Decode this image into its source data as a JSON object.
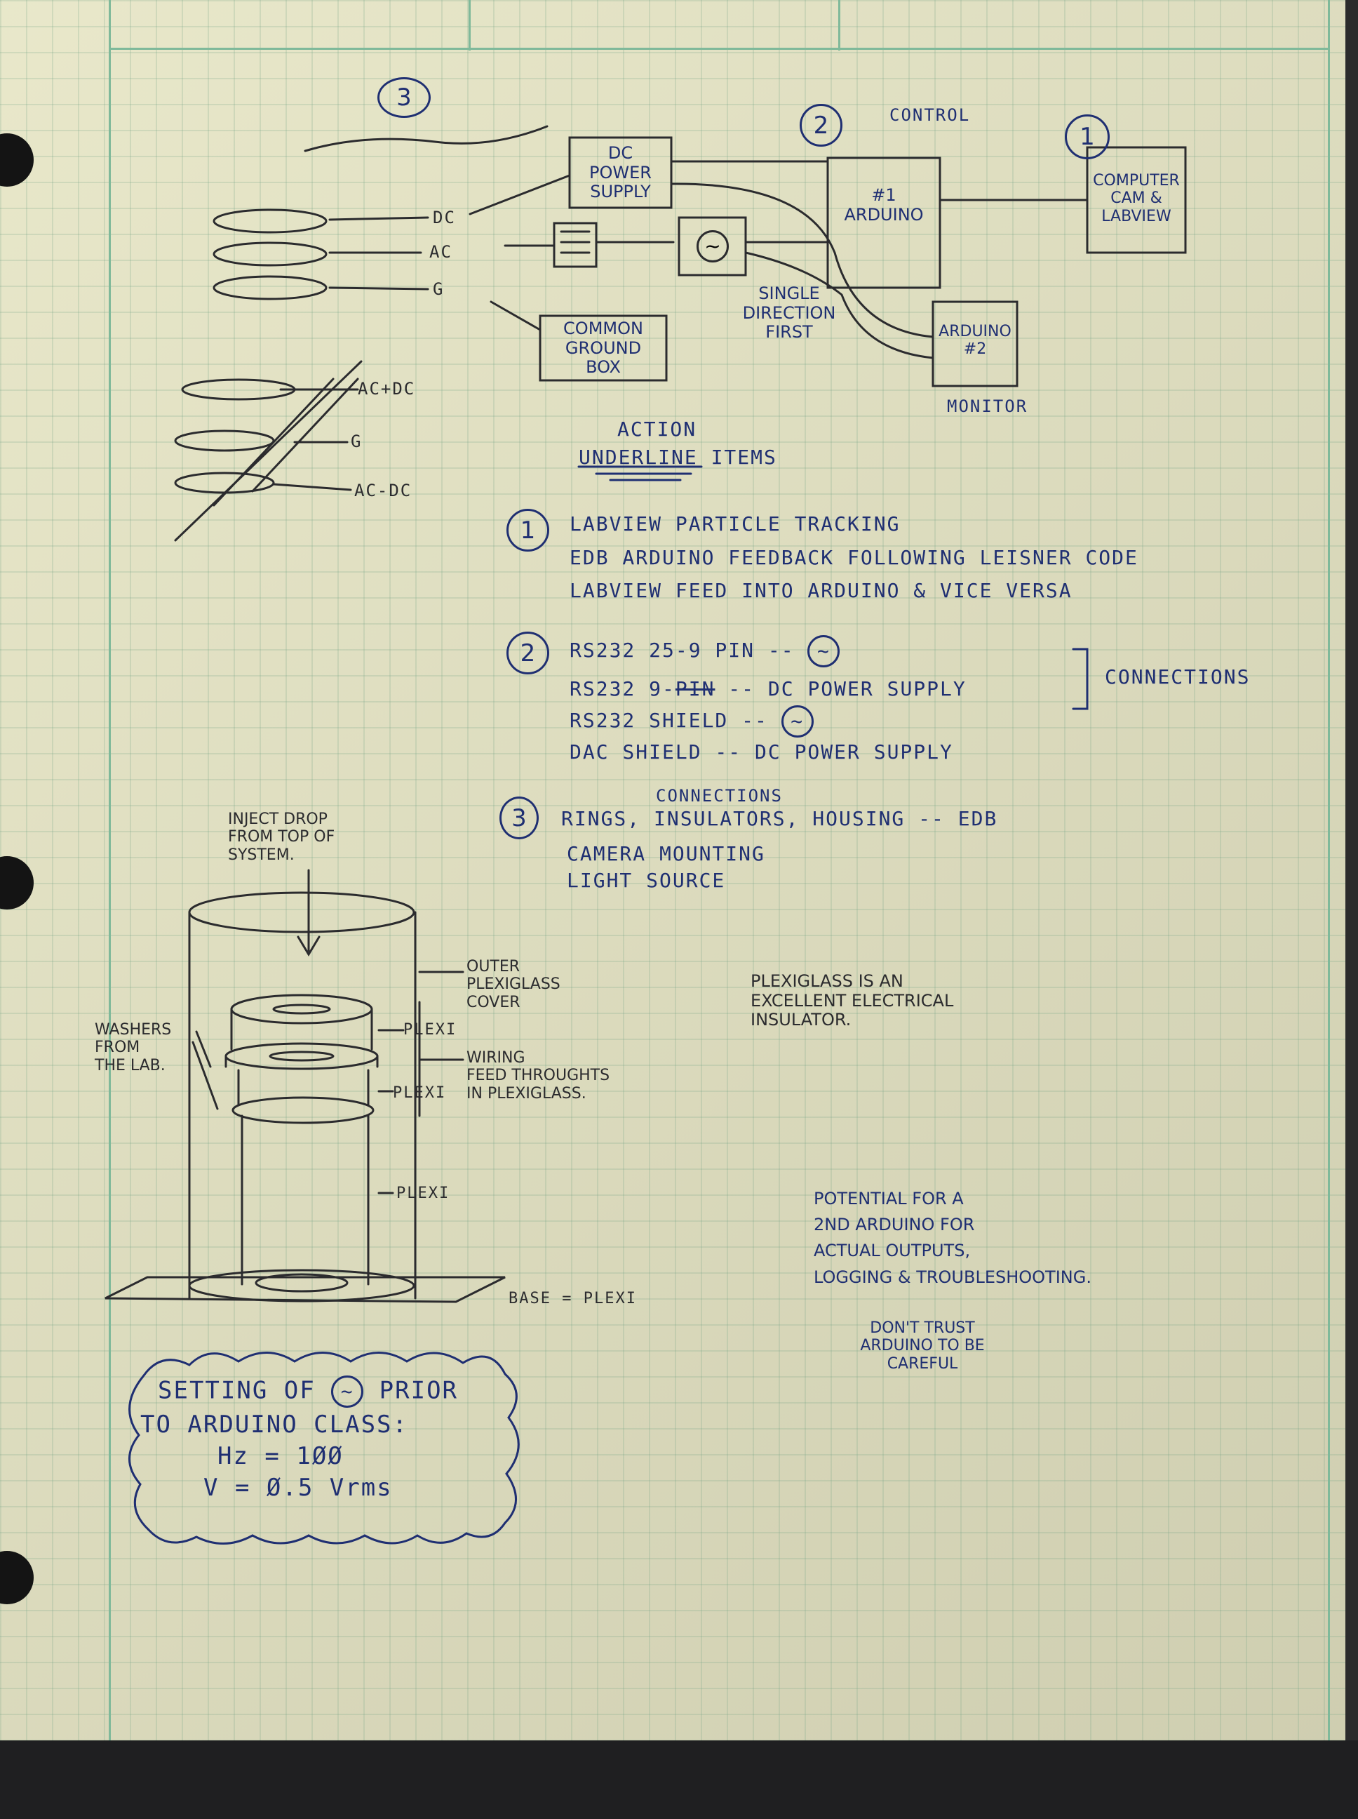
{
  "colors": {
    "paper": "#e6e5c4",
    "blue_ink": "#1f2f72",
    "pencil": "#2b2b2e",
    "margin_line": "#7fb99a"
  },
  "icons": {
    "ac_source": "sine-wave-circle-icon",
    "reference_circle": "circled-number-icon",
    "cloud_frame": "cloud-bubble-icon"
  },
  "diagram": {
    "numbers": {
      "n3": "3",
      "n2": "2",
      "n1": "1"
    },
    "control_label": "CONTROL",
    "dc_power_supply": "DC\nPOWER\nSUPPLY",
    "arduino1": "#1\nARDUINO",
    "computer": "COMPUTER\nCAM &\nLABVIEW",
    "common_ground": "COMMON\nGROUND\nBOX",
    "arduino2": "ARDUINO\n#2",
    "monitor_label": "MONITOR",
    "single_direction": "SINGLE\nDIRECTION\nFIRST",
    "line_dc": "DC",
    "line_ac": "AC",
    "line_g": "G",
    "ring_ac_plus_dc": "AC+DC",
    "ring_g": "G",
    "ring_ac_minus_dc": "AC-DC"
  },
  "action": {
    "title_top": "ACTION",
    "title_bottom": "UNDERLINE ITEMS"
  },
  "items": [
    {
      "num": "1",
      "lines": [
        "LABVIEW PARTICLE TRACKING",
        "EDB ARDUINO FEEDBACK FOLLOWING LEISNER CODE",
        "LABVIEW FEED INTO ARDUINO & VICE VERSA"
      ]
    },
    {
      "num": "2",
      "lines": [
        "RS232 25-9 PIN --",
        "RS232 9-",
        "PIN",
        "-- DC POWER SUPPLY",
        "RS232 SHIELD --",
        "DAC SHIELD -- DC POWER SUPPLY"
      ],
      "bracket": "CONNECTIONS"
    },
    {
      "num": "3",
      "above": "CONNECTIONS",
      "lines": [
        "RINGS, INSULATORS, HOUSING -- EDB",
        "CAMERA MOUNTING",
        "LIGHT SOURCE"
      ]
    }
  ],
  "sketch": {
    "inject": "INJECT DROP\nFROM TOP OF\nSYSTEM.",
    "outer": "OUTER\nPLEXIGLASS\nCOVER",
    "plexi1": "PLEXI",
    "washers": "WASHERS\nFROM\nTHE LAB.",
    "wiring": "WIRING\nFEED THROUGHTS\nIN PLEXIGLASS.",
    "plexi2": "PLEXI",
    "plexi3": "PLEXI",
    "base": "BASE = PLEXI"
  },
  "side_notes": {
    "plexiglass": "PLEXIGLASS IS AN\nEXCELLENT ELECTRICAL\nINSULATOR.",
    "potential": "POTENTIAL FOR A\n2ND ARDUINO FOR\nACTUAL OUTPUTS,\nLOGGING & TROUBLESHOOTING.",
    "dont_trust": "DON'T TRUST\nARDUINO TO BE\nCAREFUL"
  },
  "cloud": {
    "line1a": "SETTING OF",
    "line1b": "PRIOR",
    "line2": "TO ARDUINO CLASS:",
    "line3": "Hz = 1ØØ",
    "line4": "V = Ø.5 Vrms"
  }
}
